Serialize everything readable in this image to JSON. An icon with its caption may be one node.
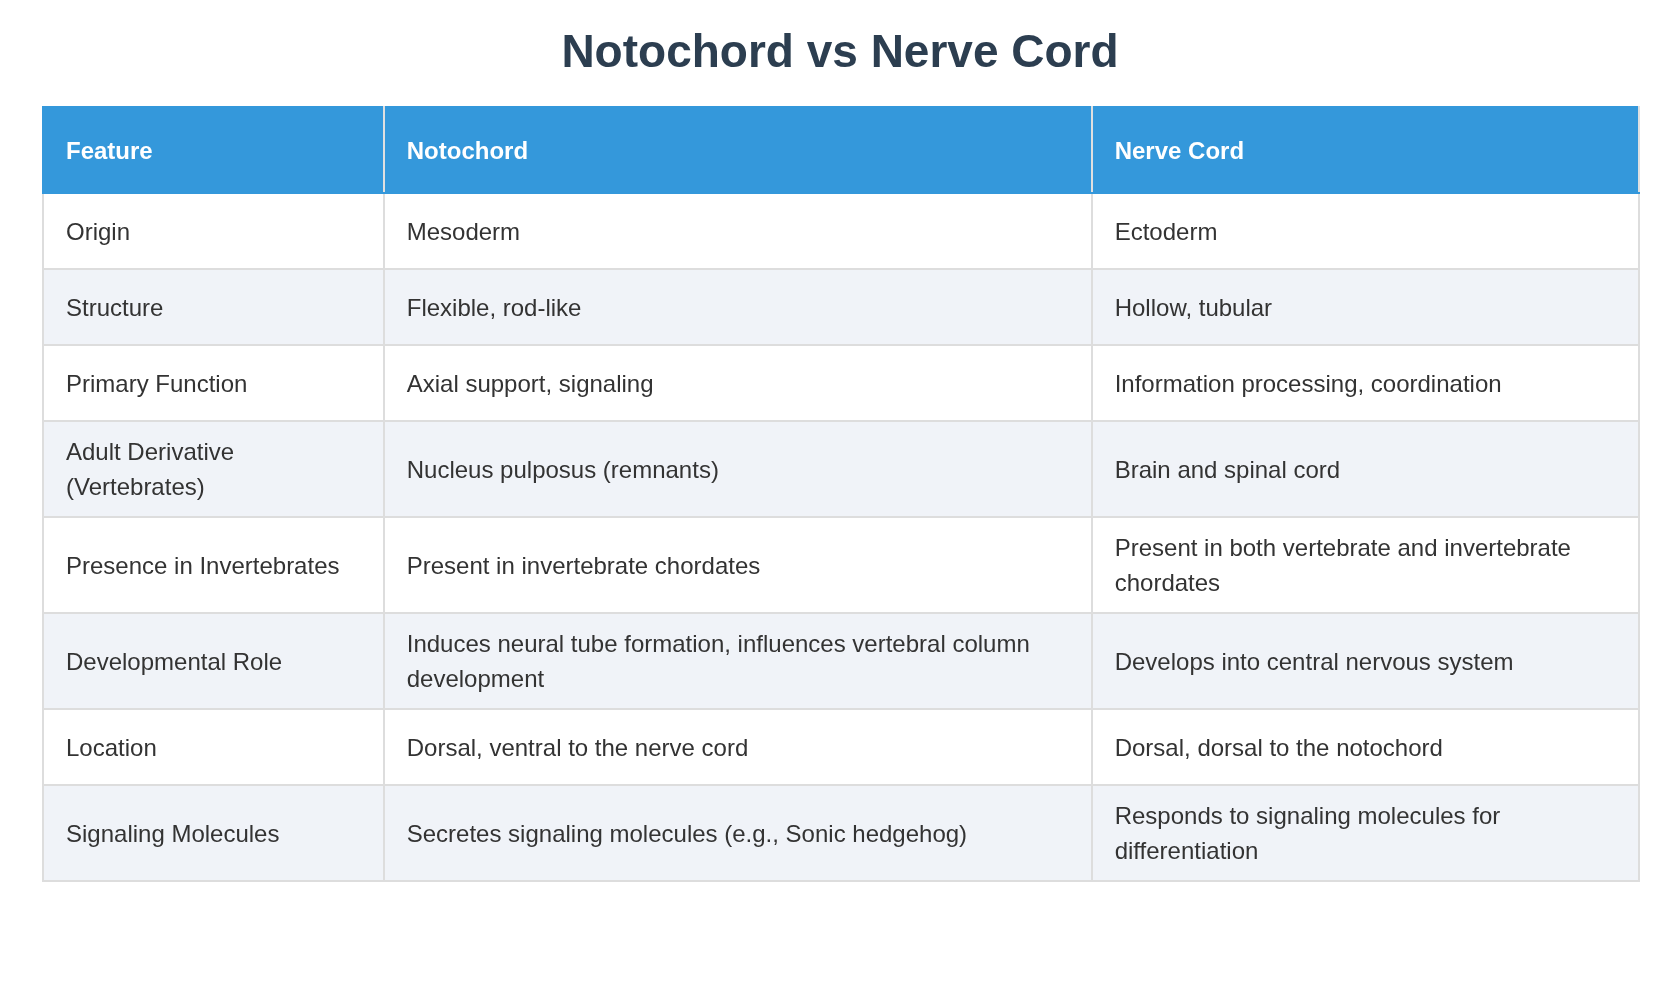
{
  "diagram": {
    "title": "Notochord vs Nerve Cord",
    "labels": [
      "Feature",
      "Notochord",
      "Nerve Cord",
      "Origin",
      "Mesoderm",
      "Ectoderm",
      "Structure",
      "Flexible, rod-like",
      "Hollow, tubular",
      "Primary Function",
      "Axial support, signaling",
      "Information processing, coordination",
      "Adult Derivative (Vertebrates)",
      "Nucleus pulposus (remnants)",
      "Brain and spinal cord",
      "Presence in Invertebrates",
      "Present in invertebrate chordates",
      "Present in both vertebrate and invertebrate chordates",
      "Developmental Role",
      "Induces neural tube formation, influences vertebral column development",
      "Develops into central nervous system",
      "Location",
      "Dorsal, ventral to the nerve cord",
      "Dorsal, dorsal to the notochord",
      "Signaling Molecules",
      "Secretes signaling molecules (e.g., Sonic hedgehog)",
      "Responds to signaling molecules for differentiation"
    ]
  }
}
